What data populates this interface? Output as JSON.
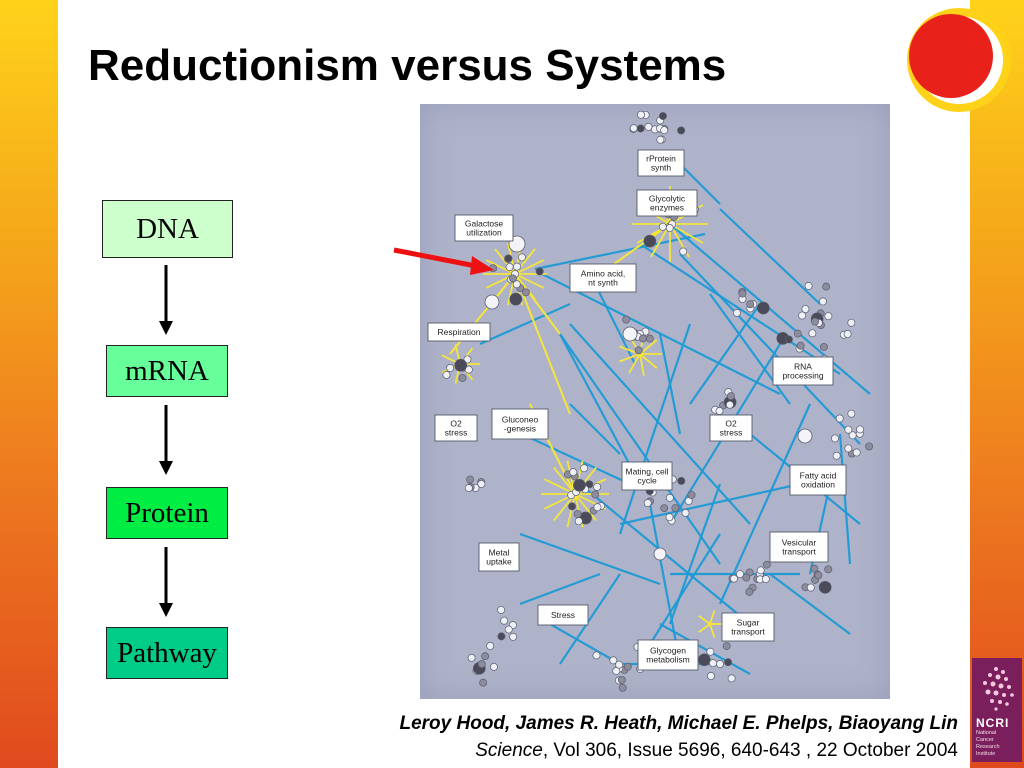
{
  "slide": {
    "title": "Reductionism versus Systems"
  },
  "flow": {
    "steps": [
      "DNA",
      "mRNA",
      "Protein",
      "Pathway"
    ]
  },
  "network": {
    "labels": [
      "rProtein synth",
      "Glycolytic enzymes",
      "Galactose utilization",
      "Amino acid, nt synth",
      "Respiration",
      "RNA processing",
      "O2 stress",
      "Gluconeo -genesis",
      "O2 stress",
      "Mating, cell cycle",
      "Fatty acid oxidation",
      "Metal uptake",
      "Vesicular transport",
      "Stress",
      "Sugar transport",
      "Glycogen metabolism"
    ]
  },
  "citation": {
    "authors": "Leroy Hood, James R. Heath, Michael E. Phelps, Biaoyang Lin",
    "journal": "Science",
    "rest": ", Vol 306, Issue 5696, 640-643 , 22 October 2004"
  },
  "logo": {
    "name": "NCRI",
    "subtitle": [
      "National",
      "Cancer",
      "Research",
      "Institute"
    ]
  },
  "colors": {
    "background": "#ffffff",
    "network_background": "#aeb3c9",
    "edge_blue": "#1e9ad6",
    "edge_yellow": "#f5e53b",
    "pointer_arrow": "#ee1111"
  }
}
